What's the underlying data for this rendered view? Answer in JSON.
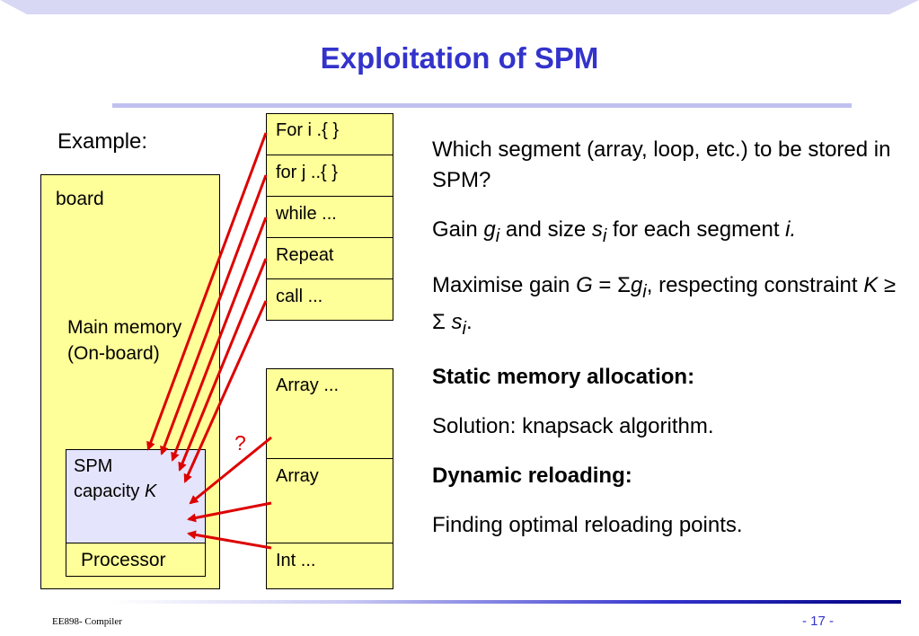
{
  "title": "Exploitation of SPM",
  "example_label": "Example:",
  "board": {
    "label": "board",
    "main_memory_line1": "Main memory",
    "main_memory_line2": "(On-board)",
    "spm_line1": "SPM",
    "spm_line2_prefix": "capacity ",
    "spm_line2_var": "K",
    "processor": "Processor"
  },
  "code_segments": [
    "For i .{   }",
    "for j ..{   }",
    "while ...",
    "Repeat",
    "call ..."
  ],
  "data_segments": [
    "Array ...",
    "Array",
    "Int ..."
  ],
  "question_mark": "?",
  "right_text": {
    "q1": "Which segment (array, loop, etc.) to be stored in SPM?",
    "gain_a": "Gain ",
    "gain_g": "g",
    "gain_i1": "i",
    "gain_b": " and size ",
    "gain_s": "s",
    "gain_i2": "i",
    "gain_c": " for each segment ",
    "gain_i3": "i.",
    "max_a": "Maximise gain ",
    "max_G": "G",
    "max_eq": " = ",
    "max_sigma1": "Σ",
    "max_g": "g",
    "max_i1": "i",
    "max_b": ", respecting constraint ",
    "max_K": "K",
    "max_geq": " ≥ ",
    "max_sigma2": "Σ ",
    "max_s": "s",
    "max_i2": "i",
    "max_c": ".",
    "static": "Static memory allocation:",
    "solution": "Solution: knapsack algorithm.",
    "dynamic": "Dynamic reloading:",
    "finding": "Finding optimal reloading points."
  },
  "footer": {
    "left": "EE898- Compiler",
    "right": "-  17 -"
  },
  "colors": {
    "title": "#3333cc",
    "board_fill": "#ffff99",
    "spm_fill": "#e4e4fc",
    "arrow": "#dd0000"
  }
}
